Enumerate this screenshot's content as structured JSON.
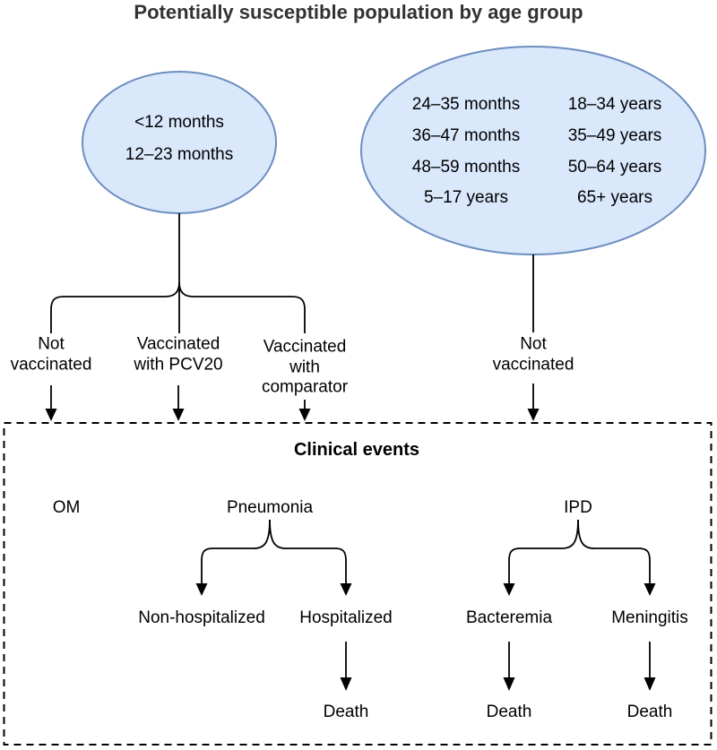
{
  "title": "Potentially susceptible population by age group",
  "population": {
    "infant_group": [
      "<12 months",
      "12–23 months"
    ],
    "older_group": {
      "column1": [
        "24–35 months",
        "36–47 months",
        "48–59 months",
        "5–17 years"
      ],
      "column2": [
        "18–34 years",
        "35–49 years",
        "50–64 years",
        "65+ years"
      ]
    }
  },
  "branches": {
    "infant": [
      "Not\nvaccinated",
      "Vaccinated\nwith PCV20",
      "Vaccinated\nwith\ncomparator"
    ],
    "older": [
      "Not\nvaccinated"
    ]
  },
  "clinical_events": {
    "box_title": "Clinical events",
    "om_label": "OM",
    "pneumonia_label": "Pneumonia",
    "pneumonia_children": [
      "Non-hospitalized",
      "Hospitalized"
    ],
    "ipd_label": "IPD",
    "ipd_children": [
      "Bacteremia",
      "Meningitis"
    ],
    "death_labels": [
      "Death",
      "Death",
      "Death"
    ]
  },
  "colors": {
    "ellipse_fill": "#dae8fc",
    "ellipse_stroke": "#6c8ebf",
    "line": "#000000",
    "text": "#000000",
    "title_text": "#333333"
  }
}
